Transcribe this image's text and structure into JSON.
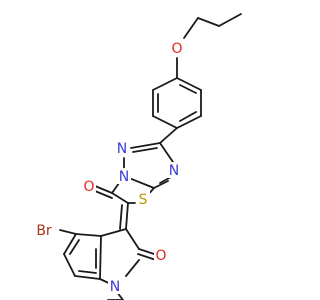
{
  "atoms": {
    "ether_o": {
      "label": "O",
      "color": "#e0281e"
    },
    "keto_o": {
      "label": "O",
      "color": "#e0281e"
    },
    "lactam_o": {
      "label": "O",
      "color": "#e0281e"
    },
    "s": {
      "label": "S",
      "color": "#b59a00"
    },
    "br": {
      "label": "Br",
      "color": "#a8321c"
    },
    "n_top_left": {
      "label": "N",
      "color": "#3b3bd6"
    },
    "n_ring": {
      "label": "N",
      "color": "#3b3bd6"
    },
    "n_right": {
      "label": "N",
      "color": "#3b3bd6"
    },
    "n_indole": {
      "label": "N",
      "color": "#3b3bd6"
    }
  }
}
